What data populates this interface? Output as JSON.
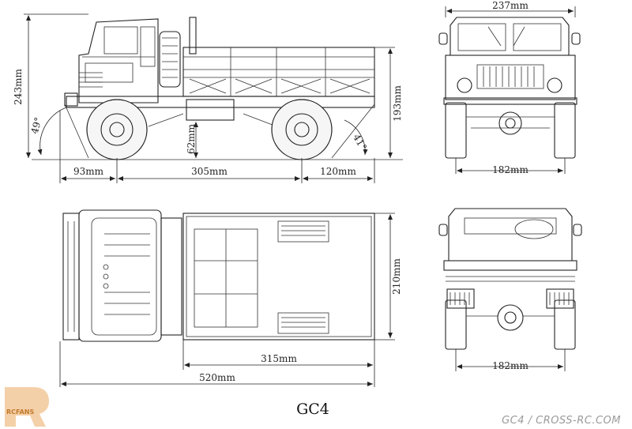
{
  "title": "GC4",
  "credit": "GC4 / CROSS-RC.COM",
  "watermark": "RCFANS",
  "side_view": {
    "height": "243mm",
    "approach_angle": "49°",
    "departure_angle": "41°",
    "ground_clearance": "62mm",
    "front_overhang": "93mm",
    "wheelbase": "305mm",
    "rear_overhang": "120mm",
    "bed_height": "193mm"
  },
  "front_view": {
    "width": "237mm",
    "track": "182mm"
  },
  "top_view": {
    "bed_width": "210mm",
    "bed_length": "315mm",
    "overall_length": "520mm"
  },
  "rear_view": {
    "track": "182mm"
  },
  "colors": {
    "line": "#222222",
    "watermark": "#e8a040",
    "credit": "#9a9a9a"
  }
}
